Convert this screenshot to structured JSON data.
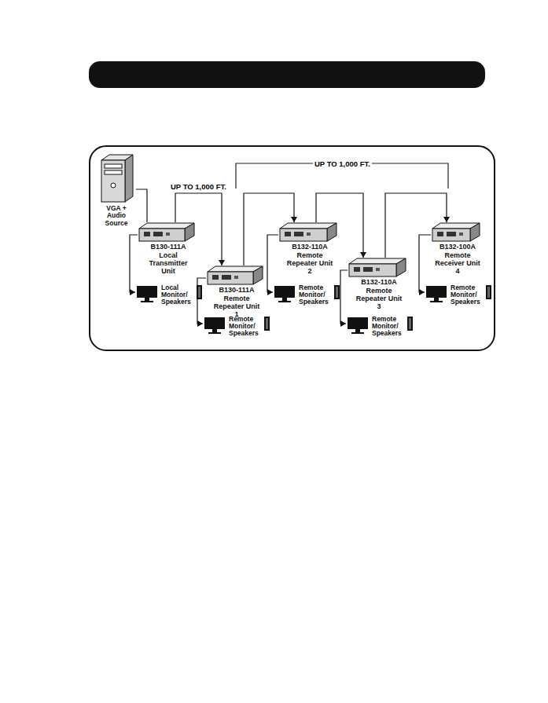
{
  "diagram": {
    "nodes": [
      {
        "text": [
          "VGA + Audio Source"
        ]
      },
      {
        "text": [
          "B130-111A",
          "Local Transmitter Unit"
        ]
      },
      {
        "text": [
          "B130-111A",
          "Remote Repeater Unit 1"
        ]
      },
      {
        "text": [
          "B132-110A",
          "Remote Repeater Unit 2"
        ]
      },
      {
        "text": [
          "B132-110A",
          "Remote Repeater Unit 3"
        ]
      },
      {
        "text": [
          "B132-100A",
          "Remote Receiver Unit 4"
        ]
      },
      {
        "text": [
          "Local Monitor/ Speakers"
        ]
      },
      {
        "text": [
          "Remote Monitor/ Speakers"
        ]
      },
      {
        "text": [
          "Remote Monitor/ Speakers"
        ]
      },
      {
        "text": [
          "Remote Monitor/ Speakers"
        ]
      },
      {
        "text": [
          "Remote Monitor/ Speakers"
        ]
      }
    ],
    "edges": [
      {
        "from": 0,
        "to": 1,
        "arrow": "none"
      },
      {
        "from": 1,
        "to": 2,
        "arrow": "to",
        "label": "UP TO 1,000 FT."
      },
      {
        "from": 2,
        "to": 3,
        "arrow": "to"
      },
      {
        "from": 3,
        "to": 4,
        "arrow": "to"
      },
      {
        "from": 4,
        "to": 5,
        "arrow": "to"
      },
      {
        "from": 1,
        "to": 6,
        "arrow": "to"
      },
      {
        "from": 2,
        "to": 7,
        "arrow": "to"
      },
      {
        "from": 3,
        "to": 8,
        "arrow": "to"
      },
      {
        "from": 4,
        "to": 9,
        "arrow": "to"
      },
      {
        "from": 5,
        "to": 10,
        "arrow": "to"
      }
    ],
    "labels": [
      "UP TO 1,000 FT."
    ]
  }
}
